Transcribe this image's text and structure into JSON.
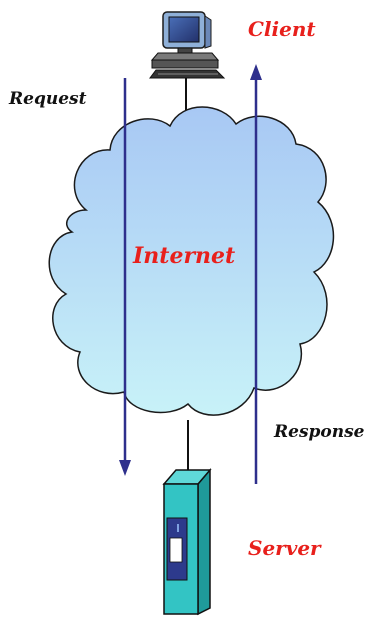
{
  "labels": {
    "client": "Client",
    "request": "Request",
    "internet": "Internet",
    "response": "Response",
    "server": "Server"
  },
  "colors": {
    "label_red": "#e8201c",
    "label_black": "#111111",
    "arrow": "#2e2f8c",
    "cloud_top": "#a8c8f4",
    "cloud_bottom": "#c8f2f8",
    "server_body": "#33c4c4",
    "server_panel": "#2d3a8c",
    "line": "#111111"
  },
  "icons": {
    "client": "desktop-computer-icon",
    "server": "server-tower-icon"
  }
}
